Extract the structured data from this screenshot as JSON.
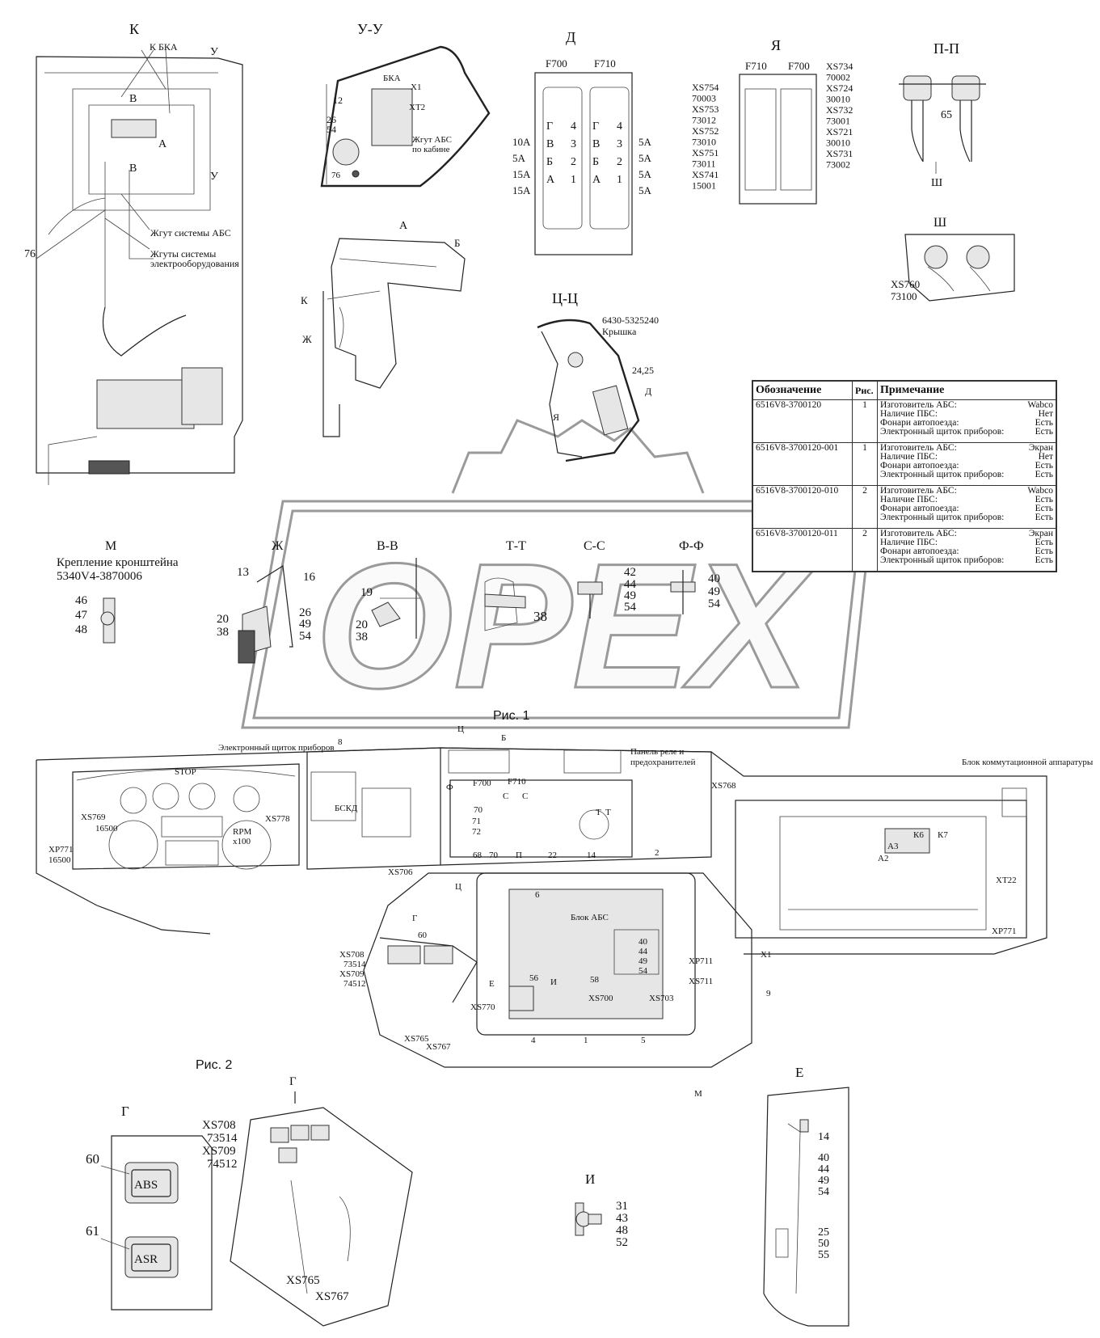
{
  "watermark": {
    "brand": "OPEX"
  },
  "figure_captions": {
    "fig1": "Рис. 1",
    "fig2": "Рис. 2"
  },
  "views": {
    "K": {
      "title": "К",
      "labels": [
        "К БКА",
        "У",
        "В",
        "А",
        "В",
        "У",
        "76"
      ],
      "callouts": [
        "Жгут системы АБС",
        "Жгуты системы",
        "электрооборудования"
      ]
    },
    "UU": {
      "title": "У-У",
      "labels": [
        "БКА",
        "X1",
        "XT2",
        "12",
        "26",
        "54",
        "76"
      ],
      "callouts": [
        "Жгут АБС",
        "по кабине"
      ]
    },
    "A": {
      "title": "А",
      "labels": [
        "Б",
        "К",
        "Ж"
      ]
    },
    "D": {
      "title": "Д",
      "fuses": [
        "F700",
        "F710"
      ],
      "left_ratings": [
        "10А",
        "5А",
        "15А",
        "15А"
      ],
      "right_ratings": [
        "5А",
        "5А",
        "5А",
        "5А"
      ],
      "slots": [
        "Г",
        "В",
        "Б",
        "А"
      ],
      "slot_nums": [
        "4",
        "3",
        "2",
        "1"
      ]
    },
    "Ya": {
      "title": "Я",
      "fuses": [
        "F710",
        "F700"
      ],
      "left": [
        "XS754",
        "70003",
        "XS753",
        "73012",
        "XS752",
        "73010",
        "XS751",
        "73011",
        "XS741",
        "15001"
      ],
      "right": [
        "XS734",
        "70002",
        "XS724",
        "30010",
        "XS732",
        "73001",
        "XS721",
        "30010",
        "XS731",
        "73002"
      ]
    },
    "PP": {
      "title": "П-П",
      "labels": [
        "65",
        "Ш"
      ]
    },
    "Sh": {
      "title": "Ш",
      "labels": [
        "XS760",
        "73100"
      ]
    },
    "TsTs": {
      "title": "Ц-Ц",
      "labels": [
        "6430-5325240",
        "Крышка",
        "24,25",
        "Д",
        "Я"
      ]
    },
    "M": {
      "title": "М",
      "caption1": "Крепление кронштейна",
      "caption2": "5340V4-3870006",
      "labels": [
        "46",
        "47",
        "48"
      ]
    },
    "Zh": {
      "title": "Ж",
      "labels": [
        "13",
        "16",
        "20",
        "38",
        "26",
        "49",
        "54"
      ]
    },
    "VV": {
      "title": "В-В",
      "labels": [
        "19",
        "20",
        "38"
      ]
    },
    "TT": {
      "title": "Т-Т",
      "labels": [
        "38"
      ]
    },
    "SS": {
      "title": "С-С",
      "labels": [
        "42",
        "44",
        "49",
        "54"
      ]
    },
    "FF": {
      "title": "Ф-Ф",
      "labels": [
        "40",
        "49",
        "54"
      ]
    },
    "G": {
      "title": "Г",
      "labels": [
        "60",
        "61"
      ],
      "buttons": [
        "ABS",
        "ASR"
      ]
    },
    "G2": {
      "title": "Г",
      "labels": [
        "XS708",
        "73514",
        "XS709",
        "74512",
        "XS765",
        "XS767"
      ]
    },
    "I": {
      "title": "И",
      "labels": [
        "31",
        "43",
        "48",
        "52"
      ]
    },
    "E": {
      "title": "Е",
      "labels": [
        "14",
        "40",
        "44",
        "49",
        "54",
        "25",
        "50",
        "55"
      ]
    }
  },
  "dashboard": {
    "callouts": [
      "Электронный щиток приборов",
      "8",
      "БСКД",
      "Ц",
      "Б",
      "Панель реле и",
      "предохранителей",
      "Блок коммутационной аппаратуры",
      "STOP",
      "XS769",
      "16500",
      "XS778",
      "XP771",
      "16500",
      "RPM",
      "x100",
      "F700",
      "F710",
      "Ф",
      "С",
      "С",
      "70",
      "71",
      "72",
      "68",
      "70",
      "П",
      "22",
      "14",
      "Т",
      "Т",
      "2",
      "XS768",
      "XS706",
      "Ц",
      "Г",
      "60",
      "6",
      "Блок АБС",
      "40",
      "44",
      "49",
      "54",
      "58",
      "56",
      "И",
      "Е",
      "XS708",
      "73514",
      "XS709",
      "74512",
      "XS770",
      "XS700",
      "XS703",
      "XS765",
      "XS767",
      "XP711",
      "XS711",
      "X1",
      "9",
      "4",
      "1",
      "5",
      "М",
      "XT22",
      "XP771",
      "А2",
      "А3",
      "К6",
      "К7"
    ]
  },
  "table": {
    "headers": [
      "Обозначение",
      "Рис.",
      "Примечание"
    ],
    "note_labels": [
      "Изготовитель АБС:",
      "Наличие ПБС:",
      "Фонари автопоезда:",
      "Электронный щиток приборов:"
    ],
    "rows": [
      {
        "code": "6516V8-3700120",
        "fig": "1",
        "values": [
          "Wabco",
          "Нет",
          "Есть",
          "Есть"
        ]
      },
      {
        "code": "6516V8-3700120-001",
        "fig": "1",
        "values": [
          "Экран",
          "Нет",
          "Есть",
          "Есть"
        ]
      },
      {
        "code": "6516V8-3700120-010",
        "fig": "2",
        "values": [
          "Wabco",
          "Есть",
          "Есть",
          "Есть"
        ]
      },
      {
        "code": "6516V8-3700120-011",
        "fig": "2",
        "values": [
          "Экран",
          "Есть",
          "Есть",
          "Есть"
        ]
      }
    ]
  }
}
